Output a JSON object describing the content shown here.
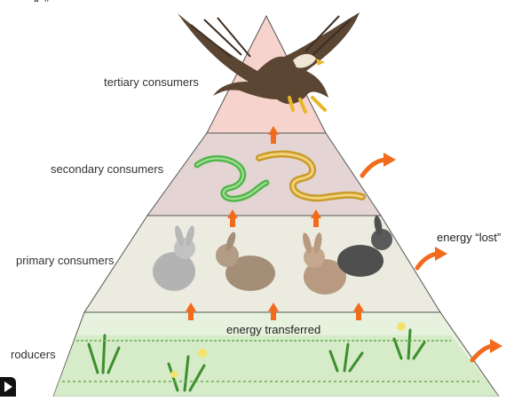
{
  "levels": {
    "tertiary": "tertiary consumers",
    "secondary": "secondary consumers",
    "primary": "primary consumers",
    "producers": "roducers"
  },
  "energy_lost_label": "energy “lost”",
  "energy_transferred_label": "energy transferred",
  "colors": {
    "tertiary_band": "#f6d3cc",
    "secondary_band": "#e4d5d4",
    "primary_band": "#ecebe0",
    "producers_band": "#e6f2dd",
    "arrow": "#f26b1d",
    "outline": "#555555"
  },
  "icons": [
    "eagle-icon",
    "green-snake-icon",
    "yellow-snake-icon",
    "rabbit-icon",
    "grass-icon",
    "play-icon"
  ]
}
